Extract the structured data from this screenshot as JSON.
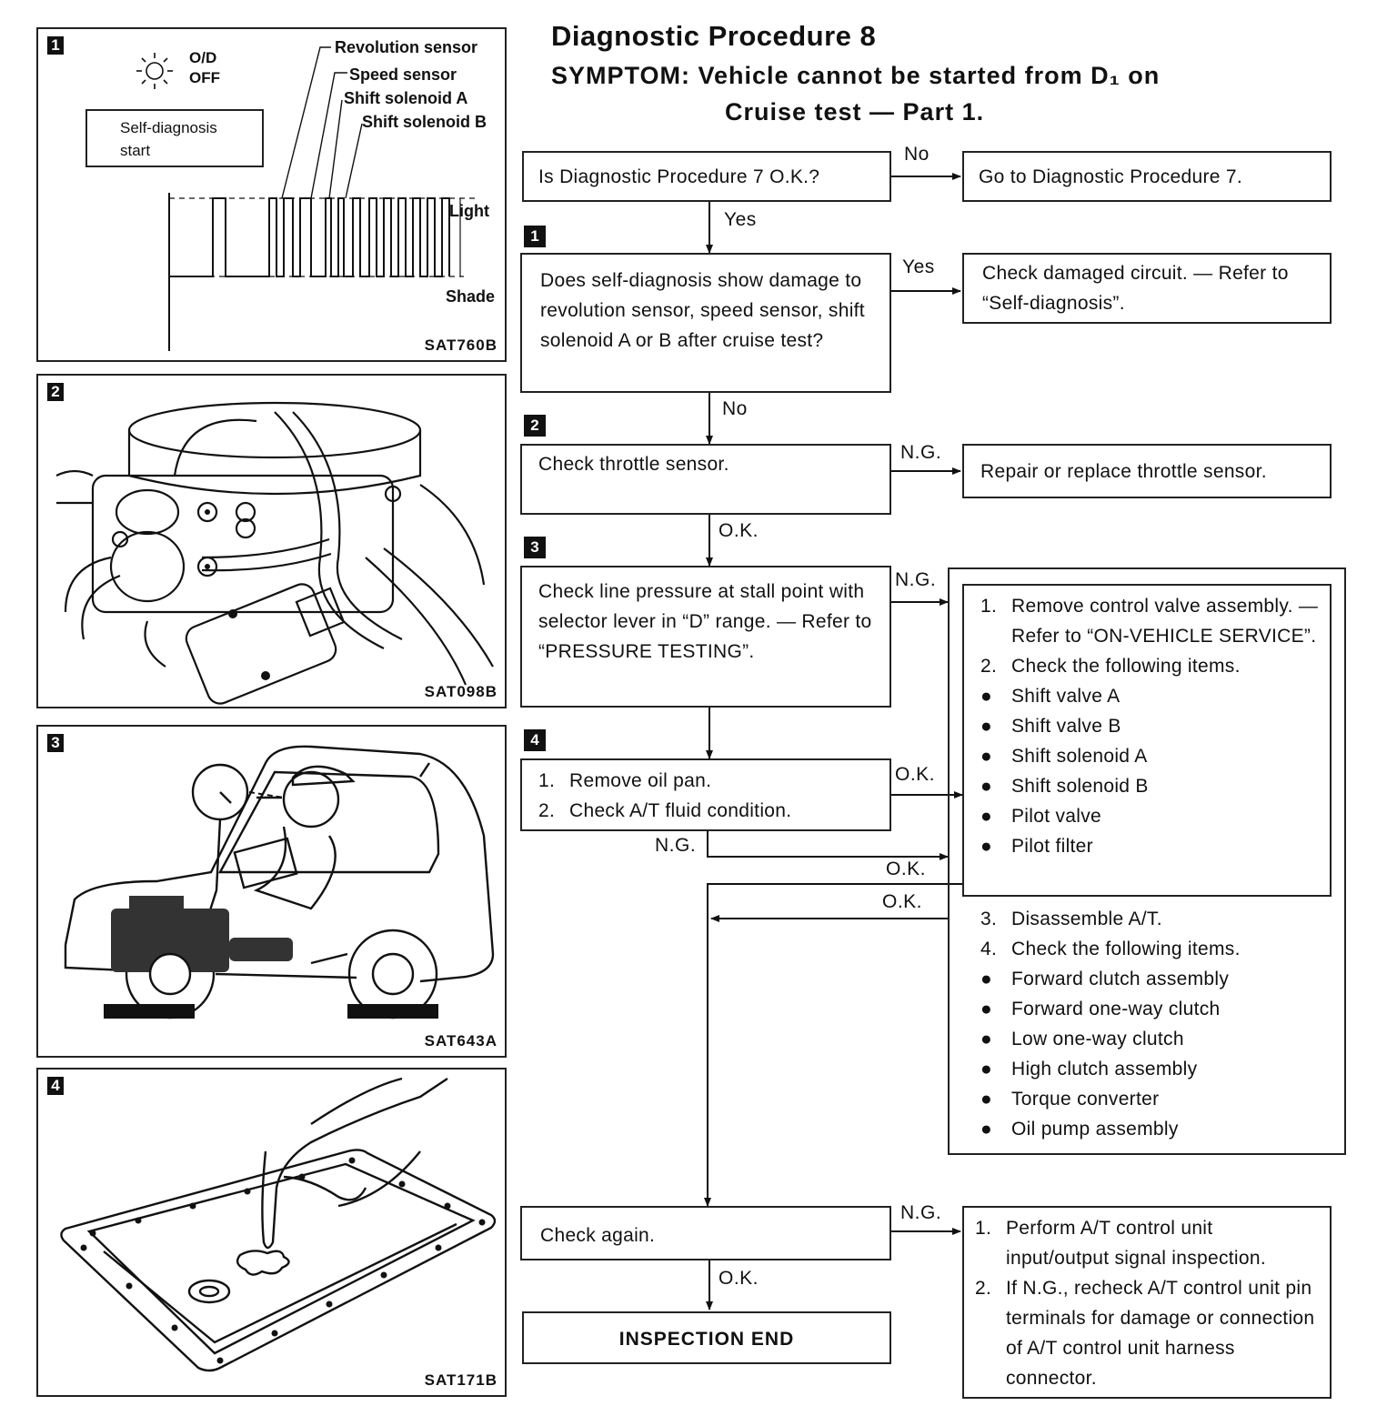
{
  "title": "Diagnostic Procedure 8",
  "symptom_line1": "SYMPTOM:  Vehicle cannot be started from D₁ on",
  "symptom_line2": "Cruise test — Part 1.",
  "panels": {
    "p1": {
      "num": "1",
      "code": "SAT760B",
      "od": "O/D",
      "off": "OFF",
      "self_diag": "Self-diagnosis\nstart",
      "rev": "Revolution sensor",
      "speed": "Speed sensor",
      "solA": "Shift solenoid A",
      "solB": "Shift solenoid B",
      "light": "Light",
      "shade": "Shade"
    },
    "p2": {
      "num": "2",
      "code": "SAT098B"
    },
    "p3": {
      "num": "3",
      "code": "SAT643A"
    },
    "p4": {
      "num": "4",
      "code": "SAT171B"
    }
  },
  "flow": {
    "q1": "Is Diagnostic Procedure 7 O.K.?",
    "a1": "Go to Diagnostic Procedure 7.",
    "no": "No",
    "yes": "Yes",
    "step1": "1",
    "q2": "Does self-diagnosis show damage to revolution sensor, speed sensor, shift solenoid A or B after cruise test?",
    "a2": "Check damaged circuit. — Refer to “Self-diagnosis”.",
    "step2": "2",
    "q3": "Check throttle sensor.",
    "a3": "Repair or replace throttle sensor.",
    "ng": "N.G.",
    "ok": "O.K.",
    "step3": "3",
    "q4": "Check line pressure at stall point with selector lever in “D” range. — Refer to “PRESSURE TESTING”.",
    "step4": "4",
    "q5_1": "Remove oil pan.",
    "q5_2": "Check A/T fluid condition.",
    "big": {
      "i1": "Remove control valve assembly. — Refer to “ON-VEHICLE SERVICE”.",
      "i2": "Check the following items.",
      "list1": [
        "Shift valve A",
        "Shift valve B",
        "Shift solenoid A",
        "Shift solenoid B",
        "Pilot valve",
        "Pilot filter"
      ],
      "i3": "Disassemble A/T.",
      "i4": "Check the following items.",
      "list2": [
        "Forward clutch assembly",
        "Forward one-way clutch",
        "Low one-way clutch",
        "High clutch assembly",
        "Torque converter",
        "Oil pump assembly"
      ]
    },
    "q6": "Check again.",
    "a6_1": "Perform A/T control unit input/output signal inspection.",
    "a6_2": "If N.G., recheck A/T control unit pin terminals for damage or connection of A/T control unit harness connector.",
    "end": "INSPECTION  END"
  }
}
